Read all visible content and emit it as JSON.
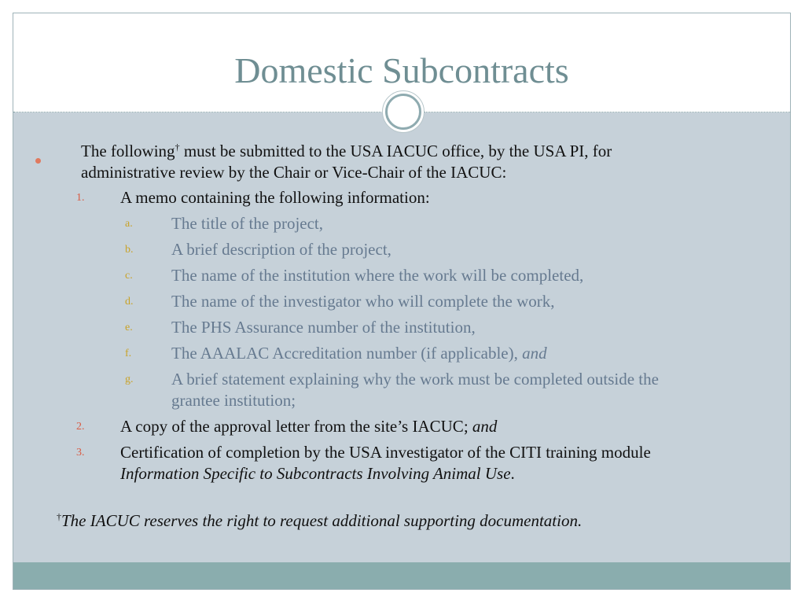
{
  "slide": {
    "title": "Domestic Subcontracts",
    "main_bullet": {
      "line1_a": "The following",
      "dagger": "†",
      "line1_b": " must be submitted to the USA IACUC office, by the USA PI, for",
      "line2": "administrative review by the Chair or Vice-Chair of the IACUC:"
    },
    "items": [
      {
        "marker": "1.",
        "text": "A memo containing the following information:",
        "subitems": [
          {
            "marker": "a.",
            "text": "The title of the project,"
          },
          {
            "marker": "b.",
            "text": "A brief description of the project,"
          },
          {
            "marker": "c.",
            "text": "The name of the institution where the work will be completed,"
          },
          {
            "marker": "d.",
            "text": "The name of the investigator who will complete the work,"
          },
          {
            "marker": "e.",
            "text": "The PHS Assurance number of the institution,"
          },
          {
            "marker": "f.",
            "text": "The AAALAC Accreditation number (if applicable), ",
            "emph": "and"
          },
          {
            "marker": "g.",
            "text_line1": "A brief statement explaining why the work must be completed outside the",
            "text_line2": "grantee institution;"
          }
        ]
      },
      {
        "marker": "2.",
        "text": "A copy of the approval letter from the site’s IACUC; ",
        "emph": "and"
      },
      {
        "marker": "3.",
        "text_line1": "Certification of completion by the USA investigator of the CITI training module",
        "text_line2_emph": "Information Specific to Subcontracts Involving Animal Use",
        "text_line2_end": "."
      }
    ],
    "footnote": {
      "dagger": "†",
      "text": "The IACUC reserves the right to request additional supporting documentation."
    }
  },
  "colors": {
    "title": "#6f8e93",
    "body_bg": "#c6d1d9",
    "footer_band": "#8aadae",
    "bullet": "#e07a5f",
    "sub_text": "#667a90"
  }
}
